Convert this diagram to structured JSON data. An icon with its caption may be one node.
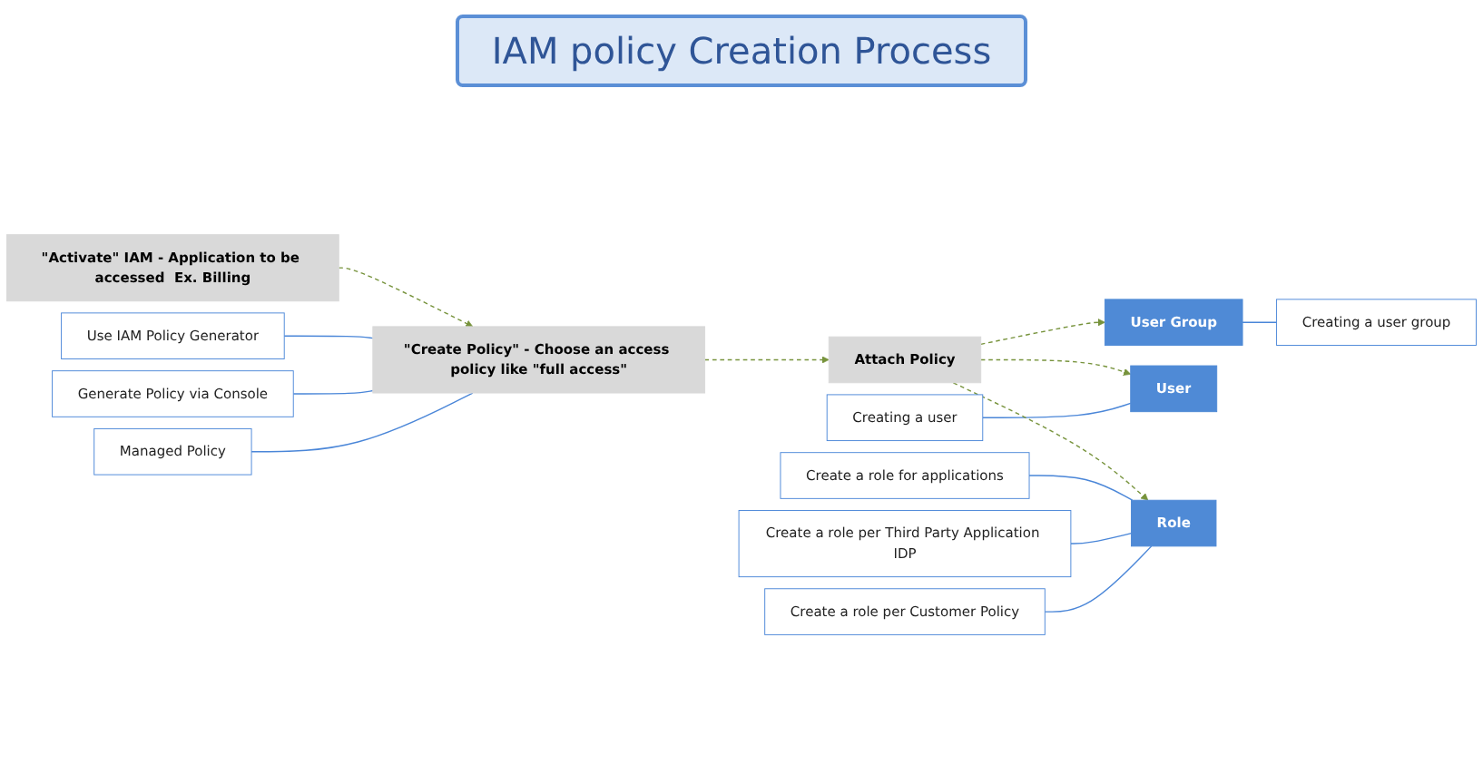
{
  "diagram": {
    "title": "IAM policy Creation Process",
    "nodes": [
      {
        "text": [
          "\"Activate\" IAM - Application to be accessed  Ex. Billing"
        ]
      },
      {
        "text": [
          "\"Create Policy\" - Choose an access policy like \"full access\""
        ]
      },
      {
        "text": [
          "Use IAM Policy Generator"
        ]
      },
      {
        "text": [
          "Generate Policy via Console"
        ]
      },
      {
        "text": [
          "Managed Policy"
        ]
      },
      {
        "text": [
          "Attach Policy"
        ]
      },
      {
        "text": [
          "User Group"
        ]
      },
      {
        "text": [
          "Creating a user group"
        ]
      },
      {
        "text": [
          "User"
        ]
      },
      {
        "text": [
          "Creating a user"
        ]
      },
      {
        "text": [
          "Role"
        ]
      },
      {
        "text": [
          "Create a role for applications"
        ]
      },
      {
        "text": [
          "Create a role per Third Party Application IDP"
        ]
      },
      {
        "text": [
          "Create a role per Customer Policy"
        ]
      }
    ],
    "edges": [
      {
        "from": 0,
        "to": 1,
        "arrow": "to",
        "style": "dashed",
        "color": "#77933c"
      },
      {
        "from": 1,
        "to": 2,
        "arrow": "none"
      },
      {
        "from": 1,
        "to": 3,
        "arrow": "none"
      },
      {
        "from": 1,
        "to": 4,
        "arrow": "none"
      },
      {
        "from": 1,
        "to": 5,
        "arrow": "to",
        "style": "dashed",
        "color": "#77933c"
      },
      {
        "from": 5,
        "to": 6,
        "arrow": "to",
        "style": "dashed",
        "color": "#77933c"
      },
      {
        "from": 6,
        "to": 7,
        "arrow": "none"
      },
      {
        "from": 5,
        "to": 8,
        "arrow": "to",
        "style": "dashed",
        "color": "#77933c"
      },
      {
        "from": 8,
        "to": 9,
        "arrow": "none"
      },
      {
        "from": 5,
        "to": 10,
        "arrow": "to",
        "style": "dashed",
        "color": "#77933c"
      },
      {
        "from": 10,
        "to": 11,
        "arrow": "none"
      },
      {
        "from": 10,
        "to": 12,
        "arrow": "none"
      },
      {
        "from": 10,
        "to": 13,
        "arrow": "none"
      }
    ]
  }
}
